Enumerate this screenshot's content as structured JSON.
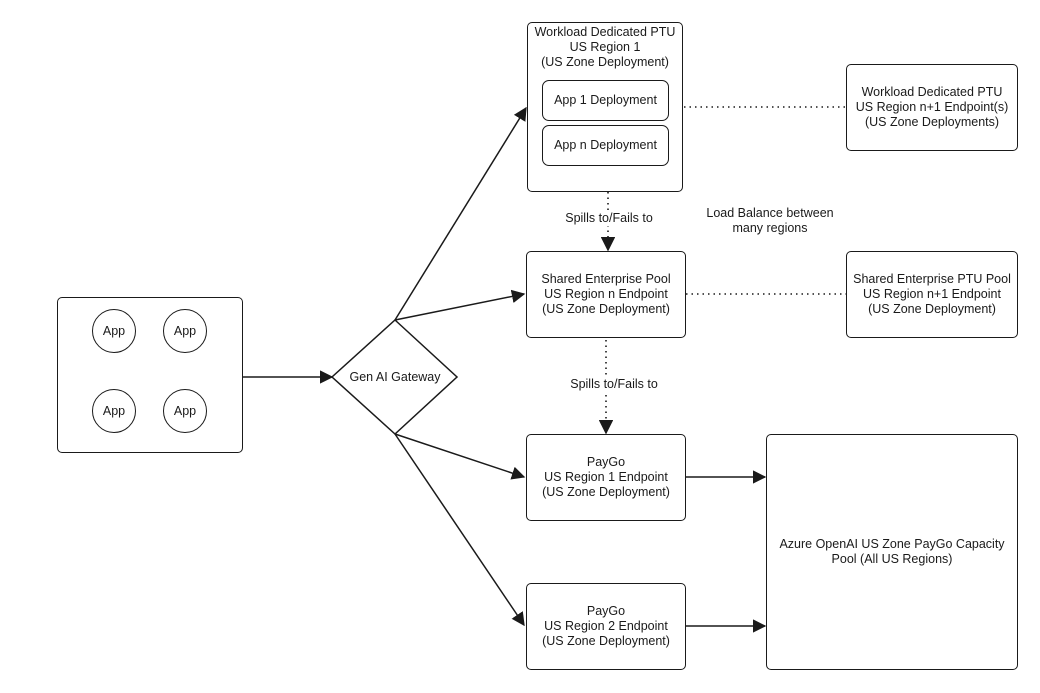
{
  "apps": [
    "App",
    "App",
    "App",
    "App"
  ],
  "gateway": "Gen AI Gateway",
  "workload_ptu": {
    "lines": [
      "Workload Dedicated PTU",
      "US Region 1",
      "(US Zone Deployment)"
    ],
    "deployments": [
      "App 1 Deployment",
      "App n Deployment"
    ]
  },
  "workload_ptu_n1": [
    "Workload Dedicated PTU",
    "US Region n+1 Endpoint(s)",
    "(US Zone Deployments)"
  ],
  "shared_pool": [
    "Shared Enterprise Pool",
    "US Region n Endpoint",
    "(US Zone Deployment)"
  ],
  "shared_ptu_n1": [
    "Shared Enterprise PTU Pool",
    "US Region n+1 Endpoint",
    "(US Zone Deployment)"
  ],
  "paygo_1": [
    "PayGo",
    "US Region 1 Endpoint",
    "(US Zone Deployment)"
  ],
  "paygo_2": [
    "PayGo",
    "US Region 2 Endpoint",
    "(US Zone Deployment)"
  ],
  "azure_pool": [
    "Azure OpenAI US Zone PayGo Capacity",
    "Pool (All US Regions)"
  ],
  "labels": {
    "spills_1": "Spills to/Fails to",
    "spills_2": "Spills to/Fails to",
    "load_balance": [
      "Load Balance between",
      "many regions"
    ]
  }
}
